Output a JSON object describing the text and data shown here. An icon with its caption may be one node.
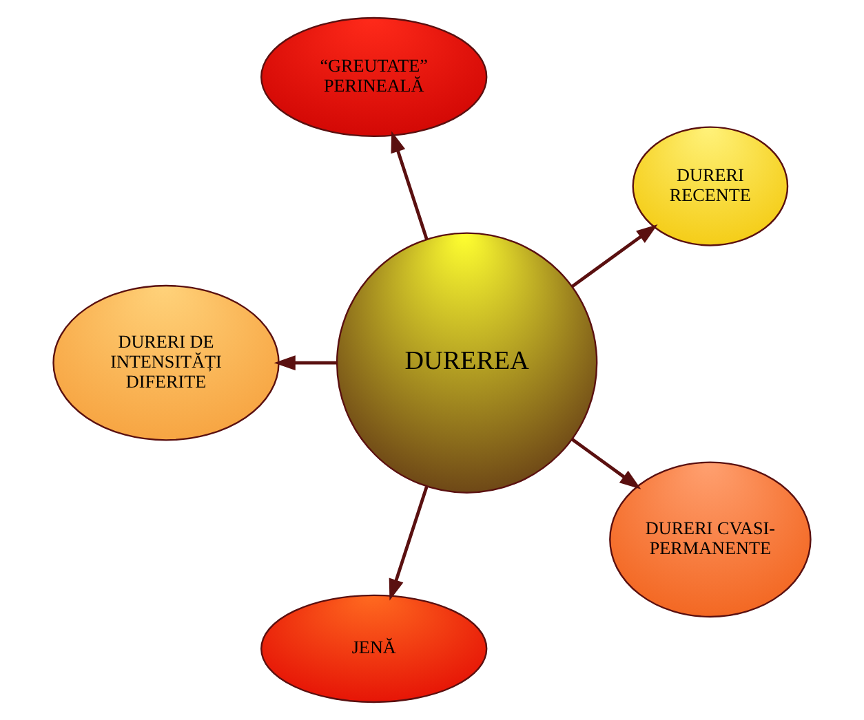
{
  "diagram": {
    "nodes": [
      {
        "text": [
          "DURERI RECENTE"
        ]
      },
      {
        "text": [
          "“GREUTATE” PERINEALĂ"
        ]
      },
      {
        "text": [
          "DURERI DE INTENSITĂȚI DIFERITE"
        ]
      },
      {
        "text": [
          "DUREREA"
        ]
      },
      {
        "text": [
          "JENĂ"
        ]
      },
      {
        "text": [
          "DURERI CVASI- PERMANENTE"
        ]
      }
    ],
    "edges": [
      {
        "from": 3,
        "to": 0,
        "arrow": "to"
      },
      {
        "from": 3,
        "to": 2,
        "arrow": "to"
      },
      {
        "from": 3,
        "to": 1,
        "arrow": "to"
      },
      {
        "from": 3,
        "to": 4,
        "arrow": "to"
      },
      {
        "from": 3,
        "to": 5,
        "arrow": "to"
      }
    ]
  }
}
